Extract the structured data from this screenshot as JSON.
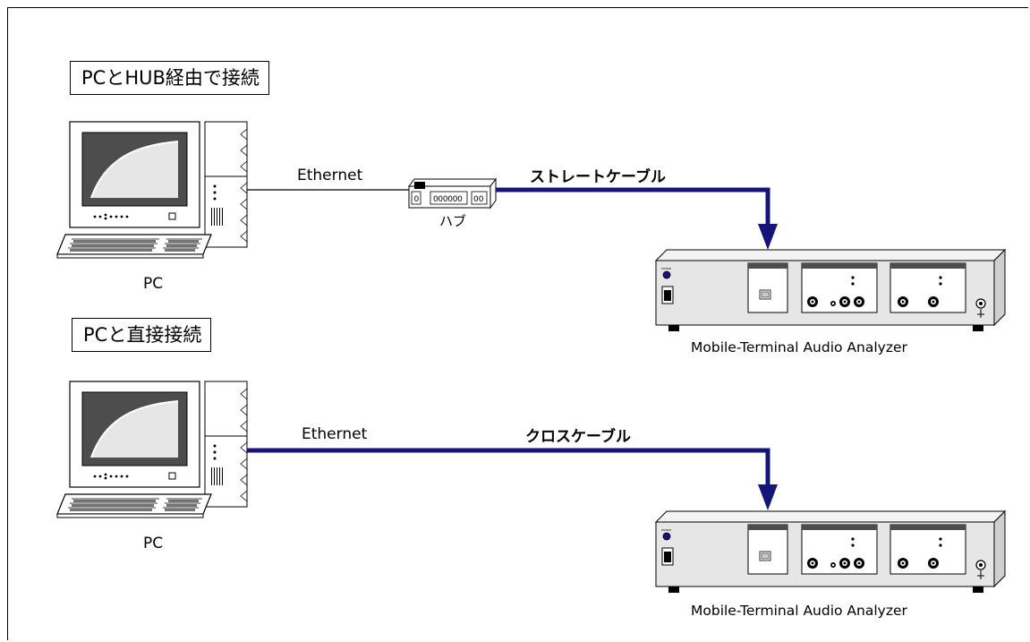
{
  "section_hub": {
    "title": "PCとHUB経由で接続"
  },
  "section_direct": {
    "title": "PCと直接接続"
  },
  "labels": {
    "pc": "PC",
    "ethernet": "Ethernet",
    "hub": "ハブ",
    "straight_cable": "ストレートケーブル",
    "cross_cable": "クロスケーブル",
    "analyzer": "Mobile-Terminal Audio Analyzer"
  },
  "colors": {
    "cable": "#14147a",
    "line": "#000000",
    "panel": "#e6e6e6",
    "screen": "#4d4d4d"
  }
}
